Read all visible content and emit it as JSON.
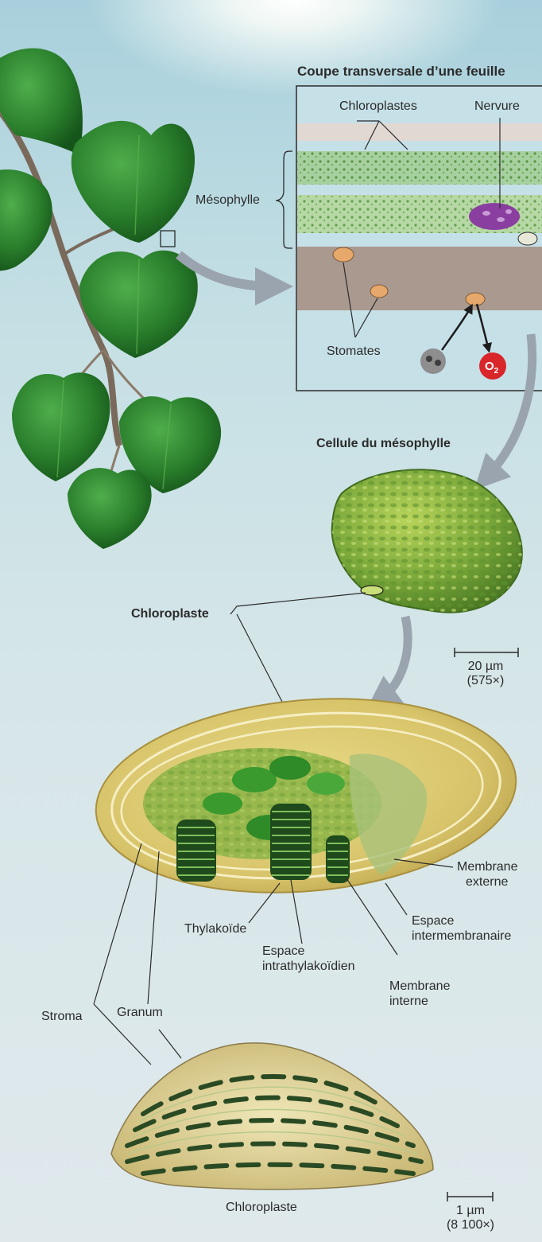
{
  "leaf_section": {
    "title": "Coupe transversale d’une feuille",
    "chloroplasts_label": "Chloroplastes",
    "vein_label": "Nervure",
    "mesophyll_label": "Mésophylle",
    "stomata_label": "Stomates",
    "oxygen_label": "O",
    "oxygen_subscript": "2"
  },
  "mesophyll_cell": {
    "title": "Cellule du mésophylle",
    "chloroplast_label": "Chloroplaste",
    "scale_length": "20 µm",
    "scale_magnification": "(575×)"
  },
  "chloroplast_diagram": {
    "outer_membrane": [
      "Membrane",
      "externe"
    ],
    "intermembrane_space": [
      "Espace",
      "intermembranaire"
    ],
    "thylakoid": "Thylakoïde",
    "thylakoid_space": [
      "Espace",
      "intrathylakoïdien"
    ],
    "inner_membrane": [
      "Membrane",
      "interne"
    ],
    "stroma": "Stroma",
    "granum": "Granum"
  },
  "micrograph": {
    "caption": "Chloroplaste",
    "scale_length": "1 µm",
    "scale_magnification": "(8 100×)"
  },
  "colors": {
    "leaf_green": "#2f8a2f",
    "membrane_yellow": "#e8d27a",
    "oxygen_red": "#d9262b",
    "arrow_gray": "#9aa4ae"
  }
}
